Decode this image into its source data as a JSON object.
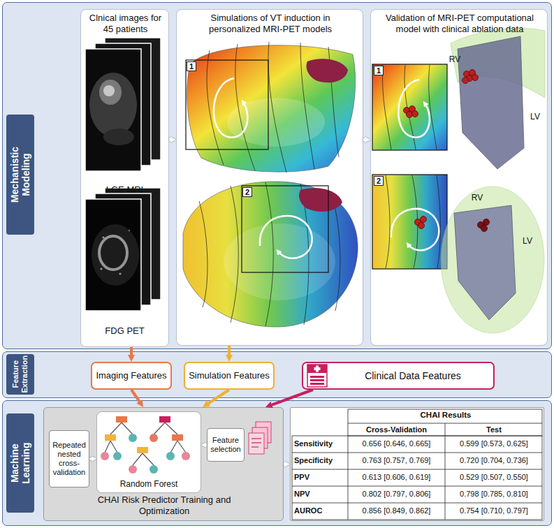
{
  "diagram": {
    "nodes": [
      {
        "text": [
          "Mechanistic Modeling"
        ]
      },
      {
        "text": [
          "Clnical images for 45 patients",
          "LGE MRI",
          "FDG PET"
        ],
        "in": 0
      },
      {
        "text": [
          "Simulations of VT induction in personalized MRI-PET models"
        ],
        "in": 0
      },
      {
        "text": [
          "Validation of MRI-PET computational model with clinical ablation data"
        ],
        "in": 0
      },
      {
        "text": [
          "Feature Extraction"
        ]
      },
      {
        "text": [
          "Imaging Features"
        ],
        "in": 4
      },
      {
        "text": [
          "Simulation Features"
        ],
        "in": 4
      },
      {
        "text": [
          "Clinical Data Features"
        ],
        "in": 4
      },
      {
        "text": [
          "Machine Learning"
        ]
      },
      {
        "text": [
          "CHAI Risk Predictor Training and Optimization"
        ],
        "in": 8
      },
      {
        "text": [
          "Repeated nested cross-validation"
        ],
        "in": 9
      },
      {
        "text": [
          "Random Forest"
        ],
        "in": 9
      },
      {
        "text": [
          "Feature selection"
        ],
        "in": 9
      },
      {
        "text": [
          "CHAI Results"
        ],
        "in": 8
      }
    ],
    "edges": [
      {
        "from": 1,
        "to": 2,
        "arrow": "to"
      },
      {
        "from": 2,
        "to": 3,
        "arrow": "to"
      },
      {
        "from": 1,
        "to": 5,
        "arrow": "to"
      },
      {
        "from": 2,
        "to": 6,
        "arrow": "to"
      },
      {
        "from": 5,
        "to": 9,
        "arrow": "to"
      },
      {
        "from": 6,
        "to": 9,
        "arrow": "to"
      },
      {
        "from": 7,
        "to": 9,
        "arrow": "to"
      },
      {
        "from": 10,
        "to": 11,
        "arrow": "to"
      },
      {
        "from": 12,
        "to": 11,
        "arrow": "to"
      },
      {
        "from": 9,
        "to": 13,
        "arrow": "to"
      }
    ],
    "labels": [
      "1",
      "2",
      "1",
      "2",
      "RV",
      "LV",
      "RV",
      "LV",
      "Cross-Validation",
      "Test",
      "Sensitivity",
      "0.656 [0.646, 0.665]",
      "0.599 [0.573, 0.625]",
      "Specificity",
      "0.763 [0.757, 0.769]",
      "0.720 [0.704, 0.736]",
      "PPV",
      "0.613 [0.606, 0.619]",
      "0.529 [0.507, 0.550]",
      "NPV",
      "0.802 [0.797, 0.806]",
      "0.798 [0.785, 0.810]",
      "AUROC",
      "0.856 [0.849, 0.862]",
      "0.754 [0.710, 0.797]"
    ]
  }
}
